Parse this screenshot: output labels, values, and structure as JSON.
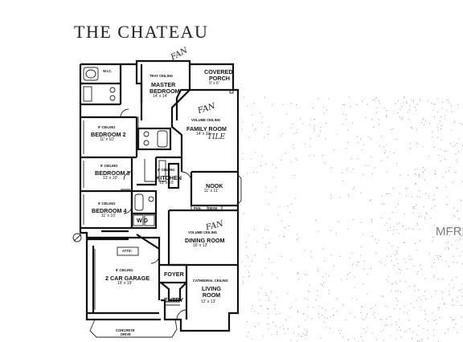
{
  "title": "THE CHATEAU",
  "watermark": "MFRM",
  "handwriting": {
    "fan1": "FAN",
    "fan2": "FAN",
    "fan3": "FAN",
    "tile": "TILE"
  },
  "rooms": {
    "master": {
      "ceiling": "TRAY CEILING",
      "name": "MASTER BEDROOM",
      "name1": "MASTER",
      "name2": "BEDROOM",
      "size": "14' x 14'"
    },
    "wic": "W.I.C.",
    "porch": {
      "name1": "COVERED",
      "name2": "PORCH",
      "size": "9' x 6'"
    },
    "family": {
      "ceiling": "VOLUME CEILING",
      "name": "FAMILY ROOM",
      "size": "14' x 21'"
    },
    "bed2": {
      "ceiling": "9' CEILING",
      "name": "BEDROOM 2",
      "size": "11' x 10'"
    },
    "bed3": {
      "ceiling": "9' CEILING",
      "name": "BEDROOM 3",
      "size": "13' x 10'"
    },
    "bed4": {
      "ceiling": "9' CEILING",
      "name": "BEDROOM 4",
      "size": "11' x 10'"
    },
    "kitchen": {
      "ceiling": "9' CEILING",
      "name": "KITCHEN",
      "size": "13' x 10'"
    },
    "nook": {
      "name": "NOOK",
      "size": "11' x 11'"
    },
    "pan": "PAN",
    "desk": "DESK",
    "wd": "W D",
    "dining": {
      "ceiling": "VOLUME CEILING",
      "name": "DINING ROOM",
      "size": "16' x 13'"
    },
    "attic": "ATTIC",
    "garage": {
      "ceiling": "8' CEILING",
      "name": "2 CAR GARAGE",
      "size": "19' x 19'"
    },
    "foyer": "FOYER",
    "entry": "ENTRY",
    "living": {
      "ceiling": "CATHEDRAL CEILING",
      "name": "LIVING ROOM",
      "size": "12' x 13'"
    },
    "concrete": {
      "line1": "CONCRETE",
      "line2": "DRIVE"
    }
  }
}
